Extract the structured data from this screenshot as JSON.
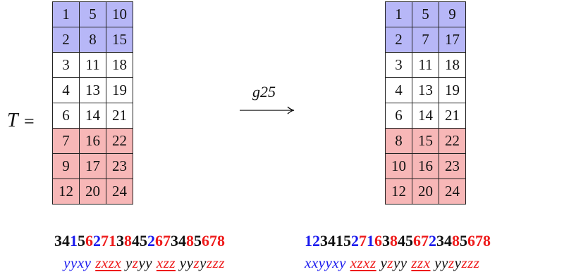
{
  "left_tableau": {
    "label": "T",
    "equals": "=",
    "rows": [
      {
        "cells": [
          "1",
          "5",
          "10"
        ],
        "shade": "blue"
      },
      {
        "cells": [
          "2",
          "8",
          "15"
        ],
        "shade": "blue"
      },
      {
        "cells": [
          "3",
          "11",
          "18"
        ],
        "shade": "white"
      },
      {
        "cells": [
          "4",
          "13",
          "19"
        ],
        "shade": "white"
      },
      {
        "cells": [
          "6",
          "14",
          "21"
        ],
        "shade": "white"
      },
      {
        "cells": [
          "7",
          "16",
          "22"
        ],
        "shade": "red"
      },
      {
        "cells": [
          "9",
          "17",
          "23"
        ],
        "shade": "red"
      },
      {
        "cells": [
          "12",
          "20",
          "24"
        ],
        "shade": "red"
      }
    ]
  },
  "arrow_label": "g25",
  "right_tableau": {
    "rows": [
      {
        "cells": [
          "1",
          "5",
          "9"
        ],
        "shade": "blue"
      },
      {
        "cells": [
          "2",
          "7",
          "17"
        ],
        "shade": "blue"
      },
      {
        "cells": [
          "3",
          "11",
          "18"
        ],
        "shade": "white"
      },
      {
        "cells": [
          "4",
          "13",
          "19"
        ],
        "shade": "white"
      },
      {
        "cells": [
          "6",
          "14",
          "21"
        ],
        "shade": "white"
      },
      {
        "cells": [
          "8",
          "15",
          "22"
        ],
        "shade": "red"
      },
      {
        "cells": [
          "10",
          "16",
          "23"
        ],
        "shade": "red"
      },
      {
        "cells": [
          "12",
          "20",
          "24"
        ],
        "shade": "red"
      }
    ]
  },
  "colors": {
    "blue": "#1a1aee",
    "red": "#ee1a1a",
    "black": "#111111"
  },
  "word_left": [
    {
      "t": "34",
      "c": "black"
    },
    {
      "t": "1",
      "c": "blue"
    },
    {
      "t": "5",
      "c": "black"
    },
    {
      "t": "6",
      "c": "red"
    },
    {
      "t": "2",
      "c": "blue"
    },
    {
      "t": "71",
      "c": "red"
    },
    {
      "t": "3",
      "c": "black"
    },
    {
      "t": "8",
      "c": "red"
    },
    {
      "t": "45",
      "c": "black"
    },
    {
      "t": "2",
      "c": "blue"
    },
    {
      "t": "67",
      "c": "red"
    },
    {
      "t": "34",
      "c": "black"
    },
    {
      "t": "8",
      "c": "red"
    },
    {
      "t": "5",
      "c": "black"
    },
    {
      "t": "678",
      "c": "red"
    }
  ],
  "word_right": [
    {
      "t": "12",
      "c": "blue"
    },
    {
      "t": "3415",
      "c": "black"
    },
    {
      "t": "2",
      "c": "blue"
    },
    {
      "t": "7",
      "c": "red"
    },
    {
      "t": "1",
      "c": "blue"
    },
    {
      "t": "6",
      "c": "red"
    },
    {
      "t": "3",
      "c": "black"
    },
    {
      "t": "8",
      "c": "red"
    },
    {
      "t": "45",
      "c": "black"
    },
    {
      "t": "67",
      "c": "red"
    },
    {
      "t": "2",
      "c": "blue"
    },
    {
      "t": "34",
      "c": "black"
    },
    {
      "t": "8",
      "c": "red"
    },
    {
      "t": "5",
      "c": "black"
    },
    {
      "t": "678",
      "c": "red"
    }
  ],
  "letters_left": [
    {
      "t": "yyxy",
      "c": "blue",
      "u": false
    },
    {
      "t": " ",
      "c": "black",
      "u": false
    },
    {
      "t": "zxzx",
      "c": "red",
      "u": true
    },
    {
      "t": " y",
      "c": "black",
      "u": false
    },
    {
      "t": "z",
      "c": "red",
      "u": false
    },
    {
      "t": "yy ",
      "c": "black",
      "u": false
    },
    {
      "t": "xzz",
      "c": "red",
      "u": true
    },
    {
      "t": " yy",
      "c": "black",
      "u": false
    },
    {
      "t": "z",
      "c": "red",
      "u": false
    },
    {
      "t": "y",
      "c": "black",
      "u": false
    },
    {
      "t": "zzz",
      "c": "red",
      "u": false
    }
  ],
  "letters_right": [
    {
      "t": "xxyyxy",
      "c": "blue",
      "u": false
    },
    {
      "t": " ",
      "c": "black",
      "u": false
    },
    {
      "t": "xzxz",
      "c": "red",
      "u": true
    },
    {
      "t": " y",
      "c": "black",
      "u": false
    },
    {
      "t": "z",
      "c": "red",
      "u": false
    },
    {
      "t": "yy ",
      "c": "black",
      "u": false
    },
    {
      "t": "zzx",
      "c": "red",
      "u": true
    },
    {
      "t": " yy",
      "c": "black",
      "u": false
    },
    {
      "t": "z",
      "c": "red",
      "u": false
    },
    {
      "t": "y",
      "c": "black",
      "u": false
    },
    {
      "t": "zzz",
      "c": "red",
      "u": false
    }
  ]
}
